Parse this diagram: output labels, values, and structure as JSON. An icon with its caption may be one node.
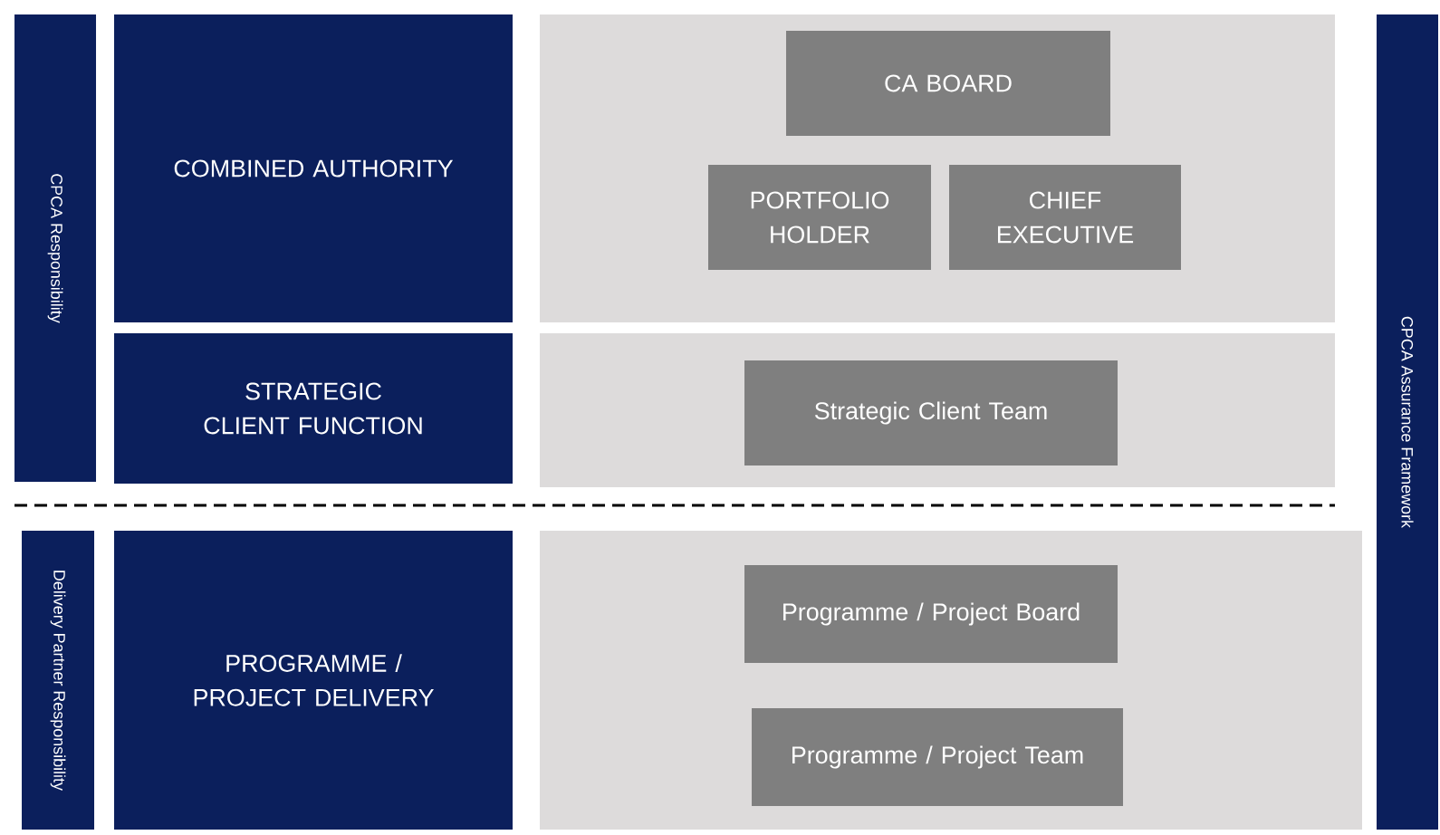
{
  "diagram": {
    "nodes": [
      {
        "text": [
          "CPCA Responsibility"
        ]
      },
      {
        "text": [
          "COMBINED AUTHORITY"
        ]
      },
      {
        "text": [],
        "shape": "box"
      },
      {
        "text": [
          "CA BOARD"
        ],
        "in": 2
      },
      {
        "text": [
          "PORTFOLIO HOLDER"
        ],
        "in": 2
      },
      {
        "text": [
          "CHIEF EXECUTIVE"
        ],
        "in": 2
      },
      {
        "text": [
          "STRATEGIC CLIENT FUNCTION"
        ]
      },
      {
        "text": [],
        "shape": "box"
      },
      {
        "text": [
          "Strategic Client Team"
        ],
        "in": 7
      },
      {
        "text": [
          "Delivery Partner Responsibility"
        ]
      },
      {
        "text": [
          "PROGRAMME / PROJECT DELIVERY"
        ]
      },
      {
        "text": [],
        "shape": "box"
      },
      {
        "text": [
          "Programme / Project Board"
        ],
        "in": 11
      },
      {
        "text": [
          "Programme / Project Team"
        ],
        "in": 11
      },
      {
        "text": [
          "CPCA Assurance Framework"
        ]
      }
    ],
    "edges": []
  }
}
